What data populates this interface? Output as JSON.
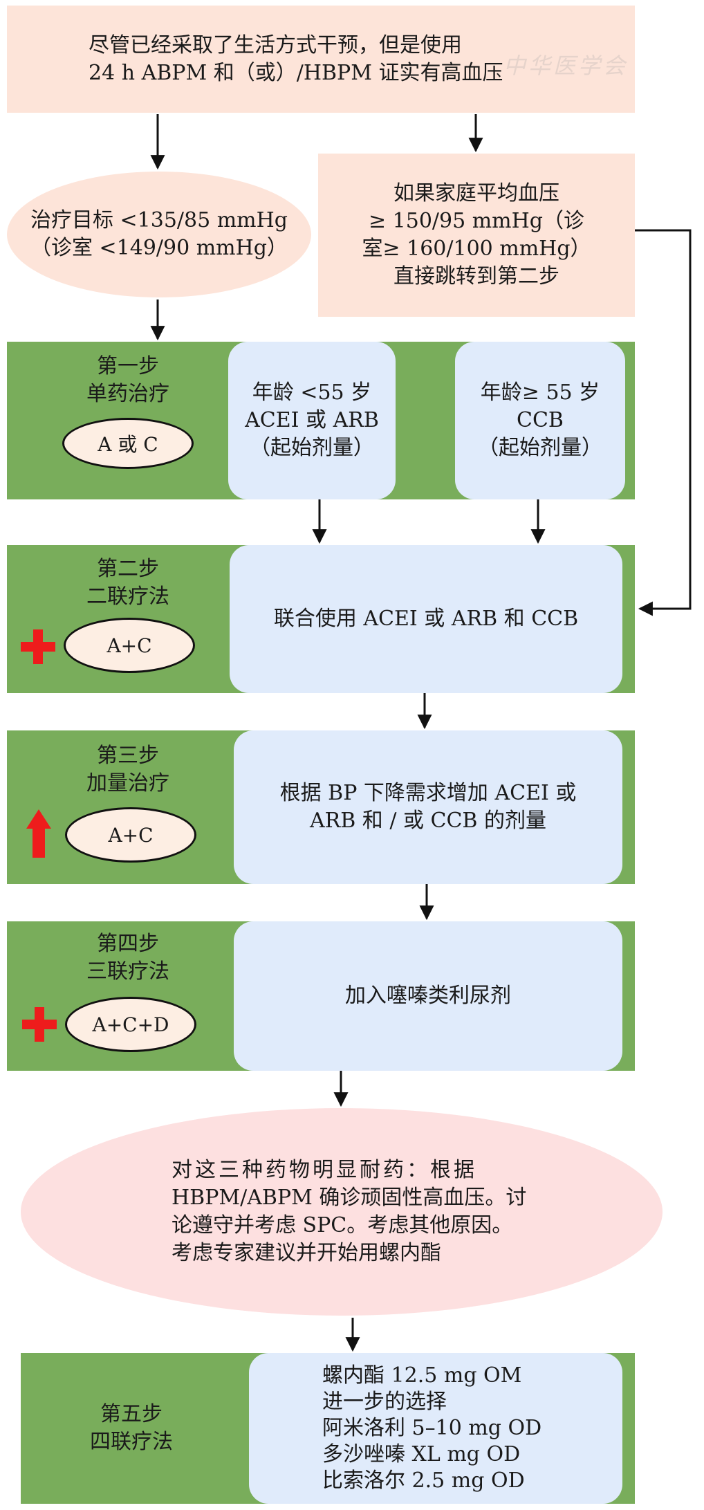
{
  "top_box": {
    "line1": "尽管已经采取了生活方式干预，但是使用",
    "line2": "24 h ABPM 和（或）/HBPM 证实有高血压"
  },
  "watermark": "中华医学会",
  "target_ellipse": {
    "line1": "治疗目标 <135/85 mmHg",
    "line2": "（诊室 <149/90 mmHg）"
  },
  "home_bp_box": {
    "line1": "如果家庭平均血压",
    "line2": "≥ 150/95 mmHg（诊",
    "line3": "室≥ 160/100 mmHg）",
    "line4": "直接跳转到第二步"
  },
  "step1": {
    "title": "第一步",
    "subtitle": "单药治疗",
    "badge": "A 或 C",
    "young": {
      "line1": "年龄 <55 岁",
      "line2": "ACEI 或 ARB",
      "line3": "（起始剂量）"
    },
    "old": {
      "line1": "年龄≥ 55 岁",
      "line2": "CCB",
      "line3": "（起始剂量）"
    }
  },
  "step2": {
    "title": "第二步",
    "subtitle": "二联疗法",
    "badge": "A+C",
    "icon": "plus-icon",
    "text": "联合使用 ACEI 或 ARB 和 CCB"
  },
  "step3": {
    "title": "第三步",
    "subtitle": "加量治疗",
    "badge": "A+C",
    "icon": "up-arrow-icon",
    "line1": "根据 BP 下降需求增加 ACEI 或",
    "line2": "ARB 和 / 或 CCB 的剂量"
  },
  "step4": {
    "title": "第四步",
    "subtitle": "三联疗法",
    "badge": "A+C+D",
    "icon": "plus-icon",
    "text": "加入噻嗪类利尿剂"
  },
  "resistant_ellipse": {
    "line1": "对这三种药物明显耐药：根据",
    "line2": "HBPM/ABPM 确诊顽固性高血压。讨",
    "line3": "论遵守并考虑 SPC。考虑其他原因。",
    "line4": "考虑专家建议并开始用螺内酯"
  },
  "step5": {
    "title": "第五步",
    "subtitle": "四联疗法",
    "items": [
      "螺内酯 12.5 mg OM",
      "进一步的选择",
      "阿米洛利 5–10 mg OD",
      "多沙唑嗪 XL mg OD",
      "比索洛尔 2.5 mg OD"
    ]
  },
  "colors": {
    "peach": "#fde4d9",
    "green": "#79ad5b",
    "blue": "#e0ebfb",
    "pink": "#fde0e0",
    "red": "#ee1c1c"
  }
}
